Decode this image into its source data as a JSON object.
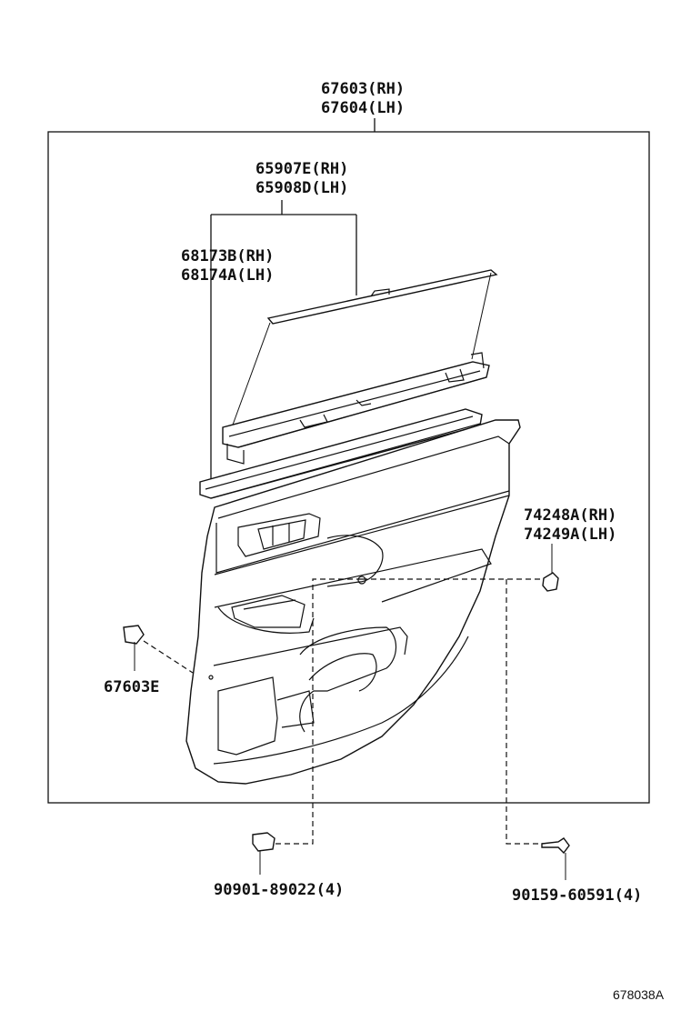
{
  "labels": {
    "trim_assy_rh": "67603(RH)",
    "trim_assy_lh": "67604(LH)",
    "weatherstrip_rh": "65907E(RH)",
    "weatherstrip_lh": "65908D(LH)",
    "inner_belt_rh": "68173B(RH)",
    "inner_belt_lh": "68174A(LH)",
    "cover_rh": "74248A(RH)",
    "cover_lh": "74249A(LH)",
    "clip": "67603E",
    "screw_clip": "90901-89022(4)",
    "screw": "90159-60591(4)"
  },
  "reference": "678038A",
  "icons": [
    "door-trim-panel-icon",
    "weatherstrip-icon",
    "belt-molding-icon",
    "clip-icon",
    "screw-icon",
    "cover-cap-icon"
  ]
}
